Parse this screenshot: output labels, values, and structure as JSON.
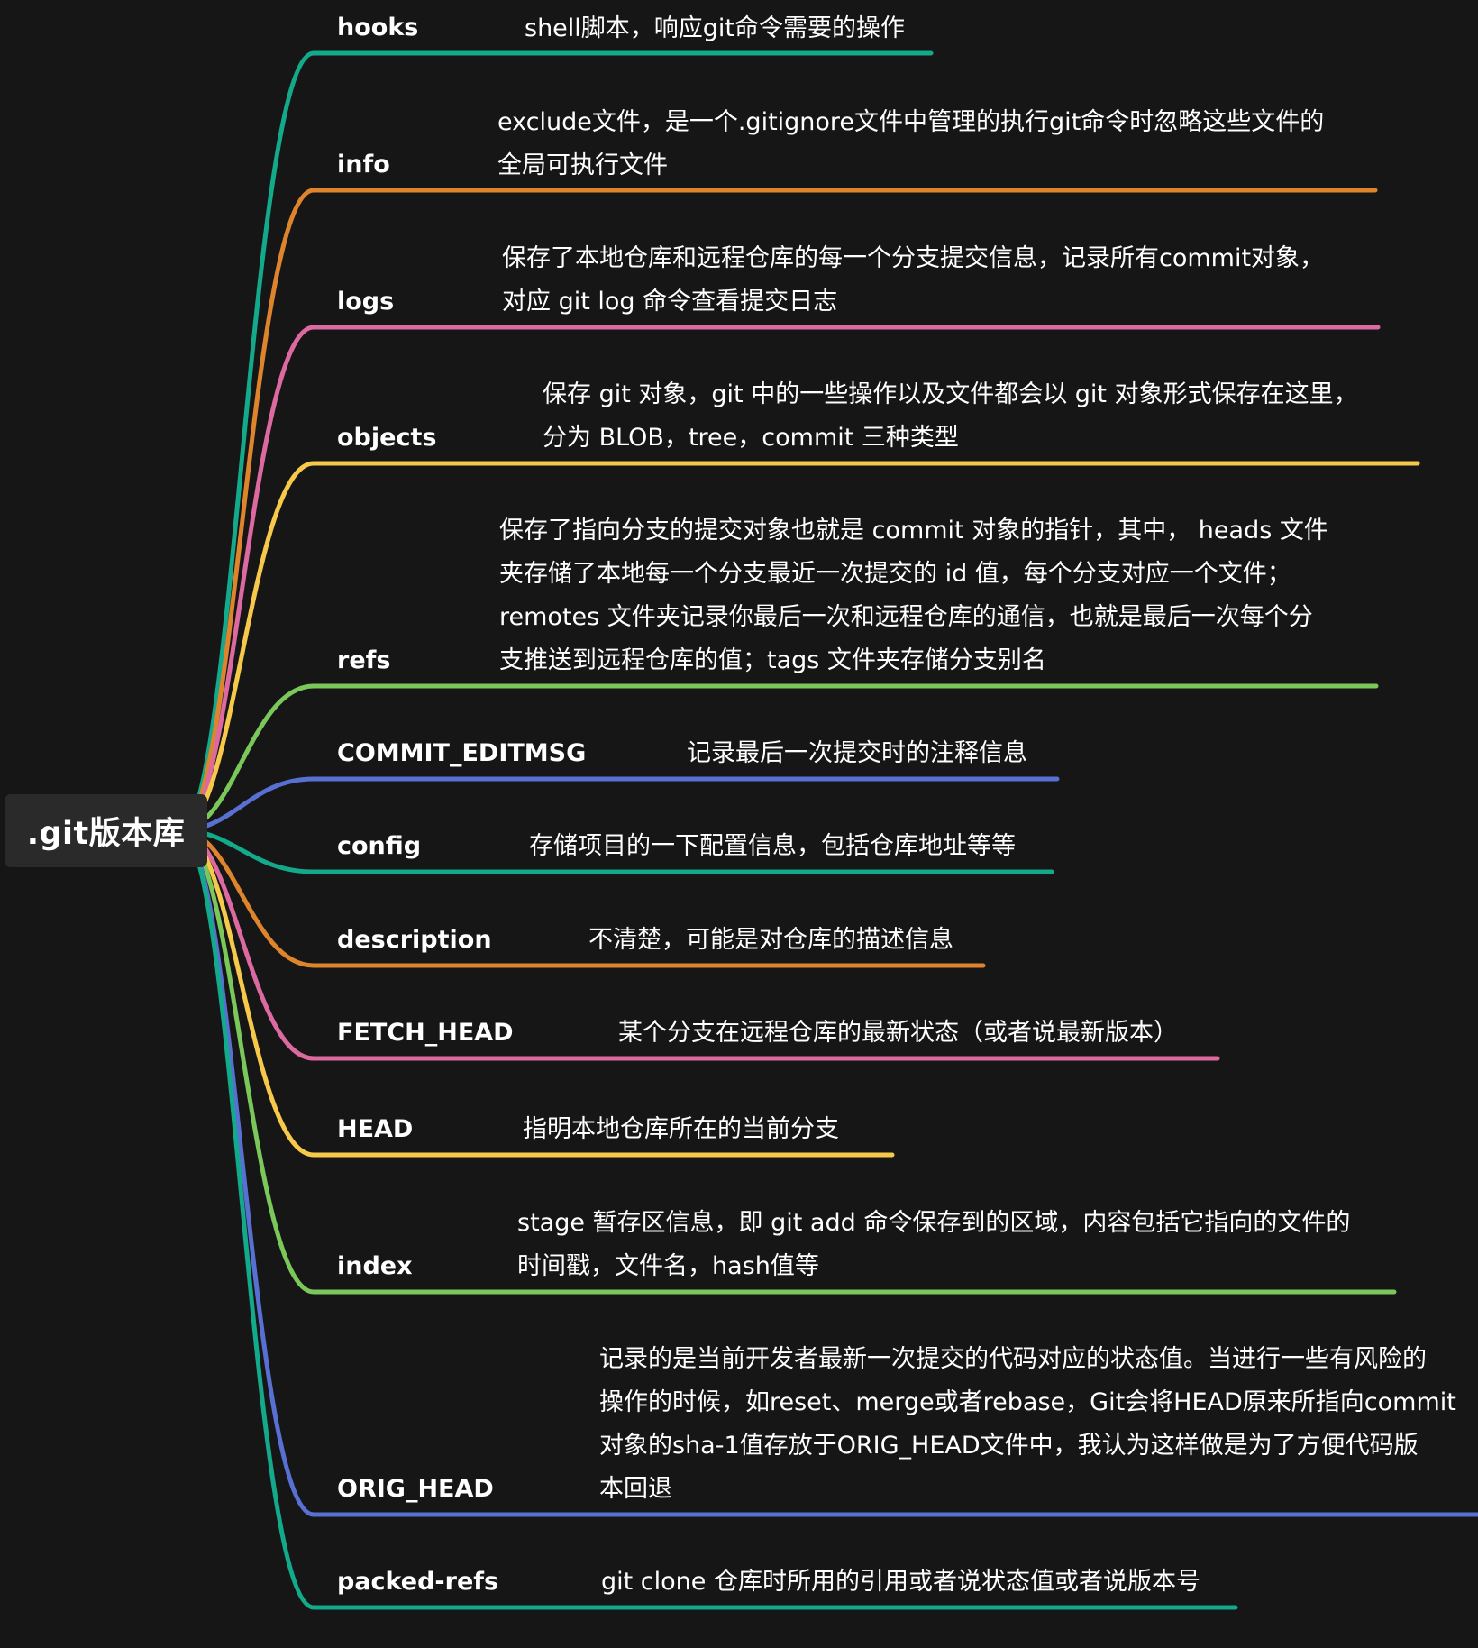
{
  "root": {
    "label": ".git版本库"
  },
  "branches": [
    {
      "key": "hooks",
      "label": "hooks",
      "color": "#13a98b",
      "desc": [
        "shell脚本，响应git命令需要的操作"
      ]
    },
    {
      "key": "info",
      "label": "info",
      "color": "#de842d",
      "desc": [
        "exclude文件，是一个.gitignore文件中管理的执行git命令时忽略这些文件的",
        "全局可执行文件"
      ]
    },
    {
      "key": "logs",
      "label": "logs",
      "color": "#dc6aa0",
      "desc": [
        "保存了本地仓库和远程仓库的每一个分支提交信息，记录所有commit对象，",
        "对应 git log 命令查看提交日志"
      ]
    },
    {
      "key": "objects",
      "label": "objects",
      "color": "#f7c94a",
      "desc": [
        "保存 git 对象，git 中的一些操作以及文件都会以 git 对象形式保存在这里，",
        "分为 BLOB，tree，commit 三种类型"
      ]
    },
    {
      "key": "refs",
      "label": "refs",
      "color": "#7bc85a",
      "desc": [
        "保存了指向分支的提交对象也就是 commit 对象的指针，其中， heads 文件",
        "夹存储了本地每一个分支最近一次提交的 id 值，每个分支对应一个文件；",
        "remotes 文件夹记录你最后一次和远程仓库的通信，也就是最后一次每个分",
        "支推送到远程仓库的值；tags 文件夹存储分支别名"
      ]
    },
    {
      "key": "commit-editmsg",
      "label": "COMMIT_EDITMSG",
      "color": "#5870d2",
      "desc": [
        "记录最后一次提交时的注释信息"
      ]
    },
    {
      "key": "config",
      "label": "config",
      "color": "#13a98b",
      "desc": [
        "存储项目的一下配置信息，包括仓库地址等等"
      ]
    },
    {
      "key": "description",
      "label": "description",
      "color": "#de842d",
      "desc": [
        "不清楚，可能是对仓库的描述信息"
      ]
    },
    {
      "key": "fetch-head",
      "label": "FETCH_HEAD",
      "color": "#dc6aa0",
      "desc": [
        "某个分支在远程仓库的最新状态（或者说最新版本）"
      ]
    },
    {
      "key": "head",
      "label": "HEAD",
      "color": "#f7c94a",
      "desc": [
        "指明本地仓库所在的当前分支"
      ]
    },
    {
      "key": "index",
      "label": "index",
      "color": "#7bc85a",
      "desc": [
        "stage 暂存区信息，即 git add 命令保存到的区域，内容包括它指向的文件的",
        "时间戳，文件名，hash值等"
      ]
    },
    {
      "key": "orig-head",
      "label": "ORIG_HEAD",
      "color": "#5870d2",
      "desc": [
        "记录的是当前开发者最新一次提交的代码对应的状态值。当进行一些有风险的",
        "操作的时候，如reset、merge或者rebase，Git会将HEAD原来所指向commit",
        "对象的sha-1值存放于ORIG_HEAD文件中，我认为这样做是为了方便代码版",
        "本回退"
      ]
    },
    {
      "key": "packed-refs",
      "label": "packed-refs",
      "color": "#13a98b",
      "desc": [
        "git clone 仓库时所用的引用或者说状态值或者说版本号"
      ]
    }
  ]
}
